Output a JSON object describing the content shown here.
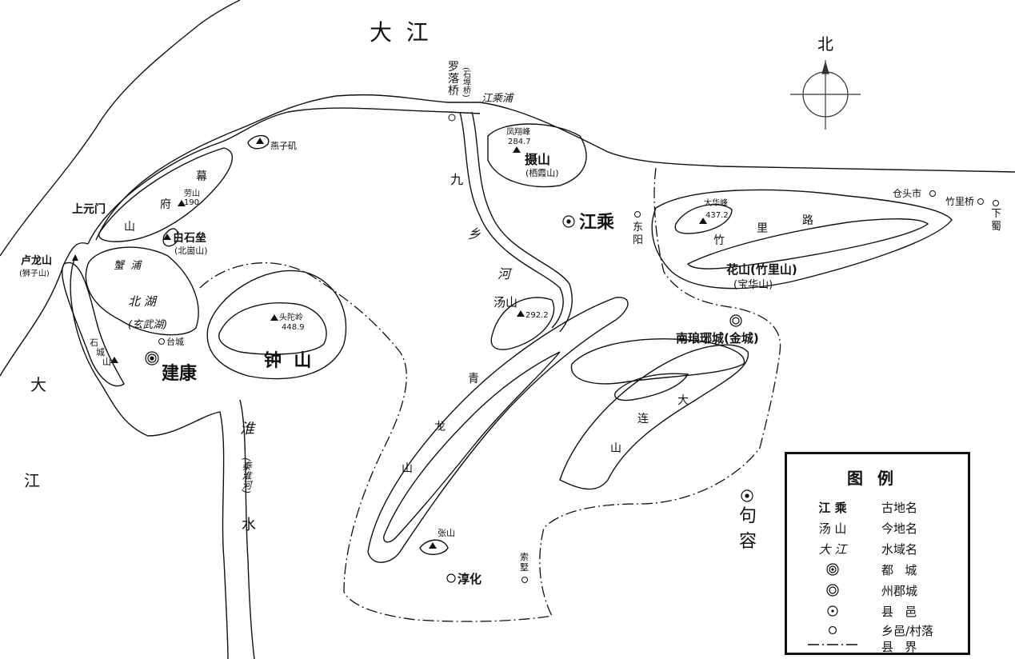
{
  "map": {
    "water": {
      "dajiang_top": "大  江",
      "dajiang_left_1": "大",
      "dajiang_left_2": "江",
      "huai_1": "淮",
      "huai_paren": "(秦淮河)",
      "huai_2": "水",
      "beihu": "北 湖",
      "beihu_modern": "(玄武湖)",
      "xiepu": "蟹  浦",
      "jiangchengpu": "江乘浦",
      "jiuxianghe": [
        "九",
        "乡",
        "河"
      ]
    },
    "cities": {
      "jiankang": "建康",
      "jiangcheng": "江乘",
      "nan_langya": "南琅琊城(金城)",
      "jurong": [
        "句",
        "容"
      ],
      "chunhua": "淳化"
    },
    "places": {
      "luoluoqiao": [
        "罗",
        "落",
        "桥"
      ],
      "luoluoqiao_modern": "(石埠桥)",
      "shangyuanmen": "上元门",
      "lulongshan": "卢龙山",
      "lulongshan_modern": "(狮子山)",
      "taicheng": "台城",
      "dongyang": [
        "东",
        "阳"
      ],
      "cangtoushi": "仓头市",
      "zhuliqiao": "竹里桥",
      "xiashu": [
        "下",
        "蜀"
      ],
      "suobi": [
        "索",
        "墅"
      ]
    },
    "mountains": {
      "yanziji": "燕子矶",
      "mufushan": [
        "幕",
        "府",
        "山"
      ],
      "laoshan": "劳山",
      "laoshan_elev": "190",
      "baishilei": "白石垒",
      "baishilei_modern": "(北崮山)",
      "shichengshan": [
        "石",
        "城",
        "山"
      ],
      "zhongshan": "钟  山",
      "toutuoling": "头陀岭",
      "toutuoling_elev": "448.9",
      "fengxiangfeng": "凤翔峰",
      "fengxiangfeng_elev": "284.7",
      "sheshan": "摄山",
      "sheshan_modern": "(栖霞山)",
      "tangshan": "汤山",
      "tangshan_elev": "292.2",
      "qinglongshan": [
        "青",
        "龙",
        "山"
      ],
      "dalianshan": [
        "大",
        "连",
        "山"
      ],
      "zhangshan": "张山",
      "dahuafeng": "大华峰",
      "dahuafeng_elev": "437.2",
      "zhulilu": [
        "竹",
        "里",
        "路"
      ],
      "huashan": "花山(竹里山)",
      "huashan_modern": "(宝华山)"
    },
    "compass": {
      "north": "北"
    }
  },
  "legend": {
    "title": "图例",
    "rows": [
      {
        "symbol": "江 乘",
        "label": "古地名"
      },
      {
        "symbol": "汤 山",
        "label": "今地名"
      },
      {
        "symbol": "大 江",
        "label": "水域名"
      },
      {
        "symbol": "capital-symbol",
        "label": "都   城"
      },
      {
        "symbol": "prefecture-symbol",
        "label": "州郡城"
      },
      {
        "symbol": "county-symbol",
        "label": "县   邑"
      },
      {
        "symbol": "village-symbol",
        "label": "乡邑/村落"
      },
      {
        "symbol": "county-border-symbol",
        "label": "县   界"
      }
    ]
  }
}
